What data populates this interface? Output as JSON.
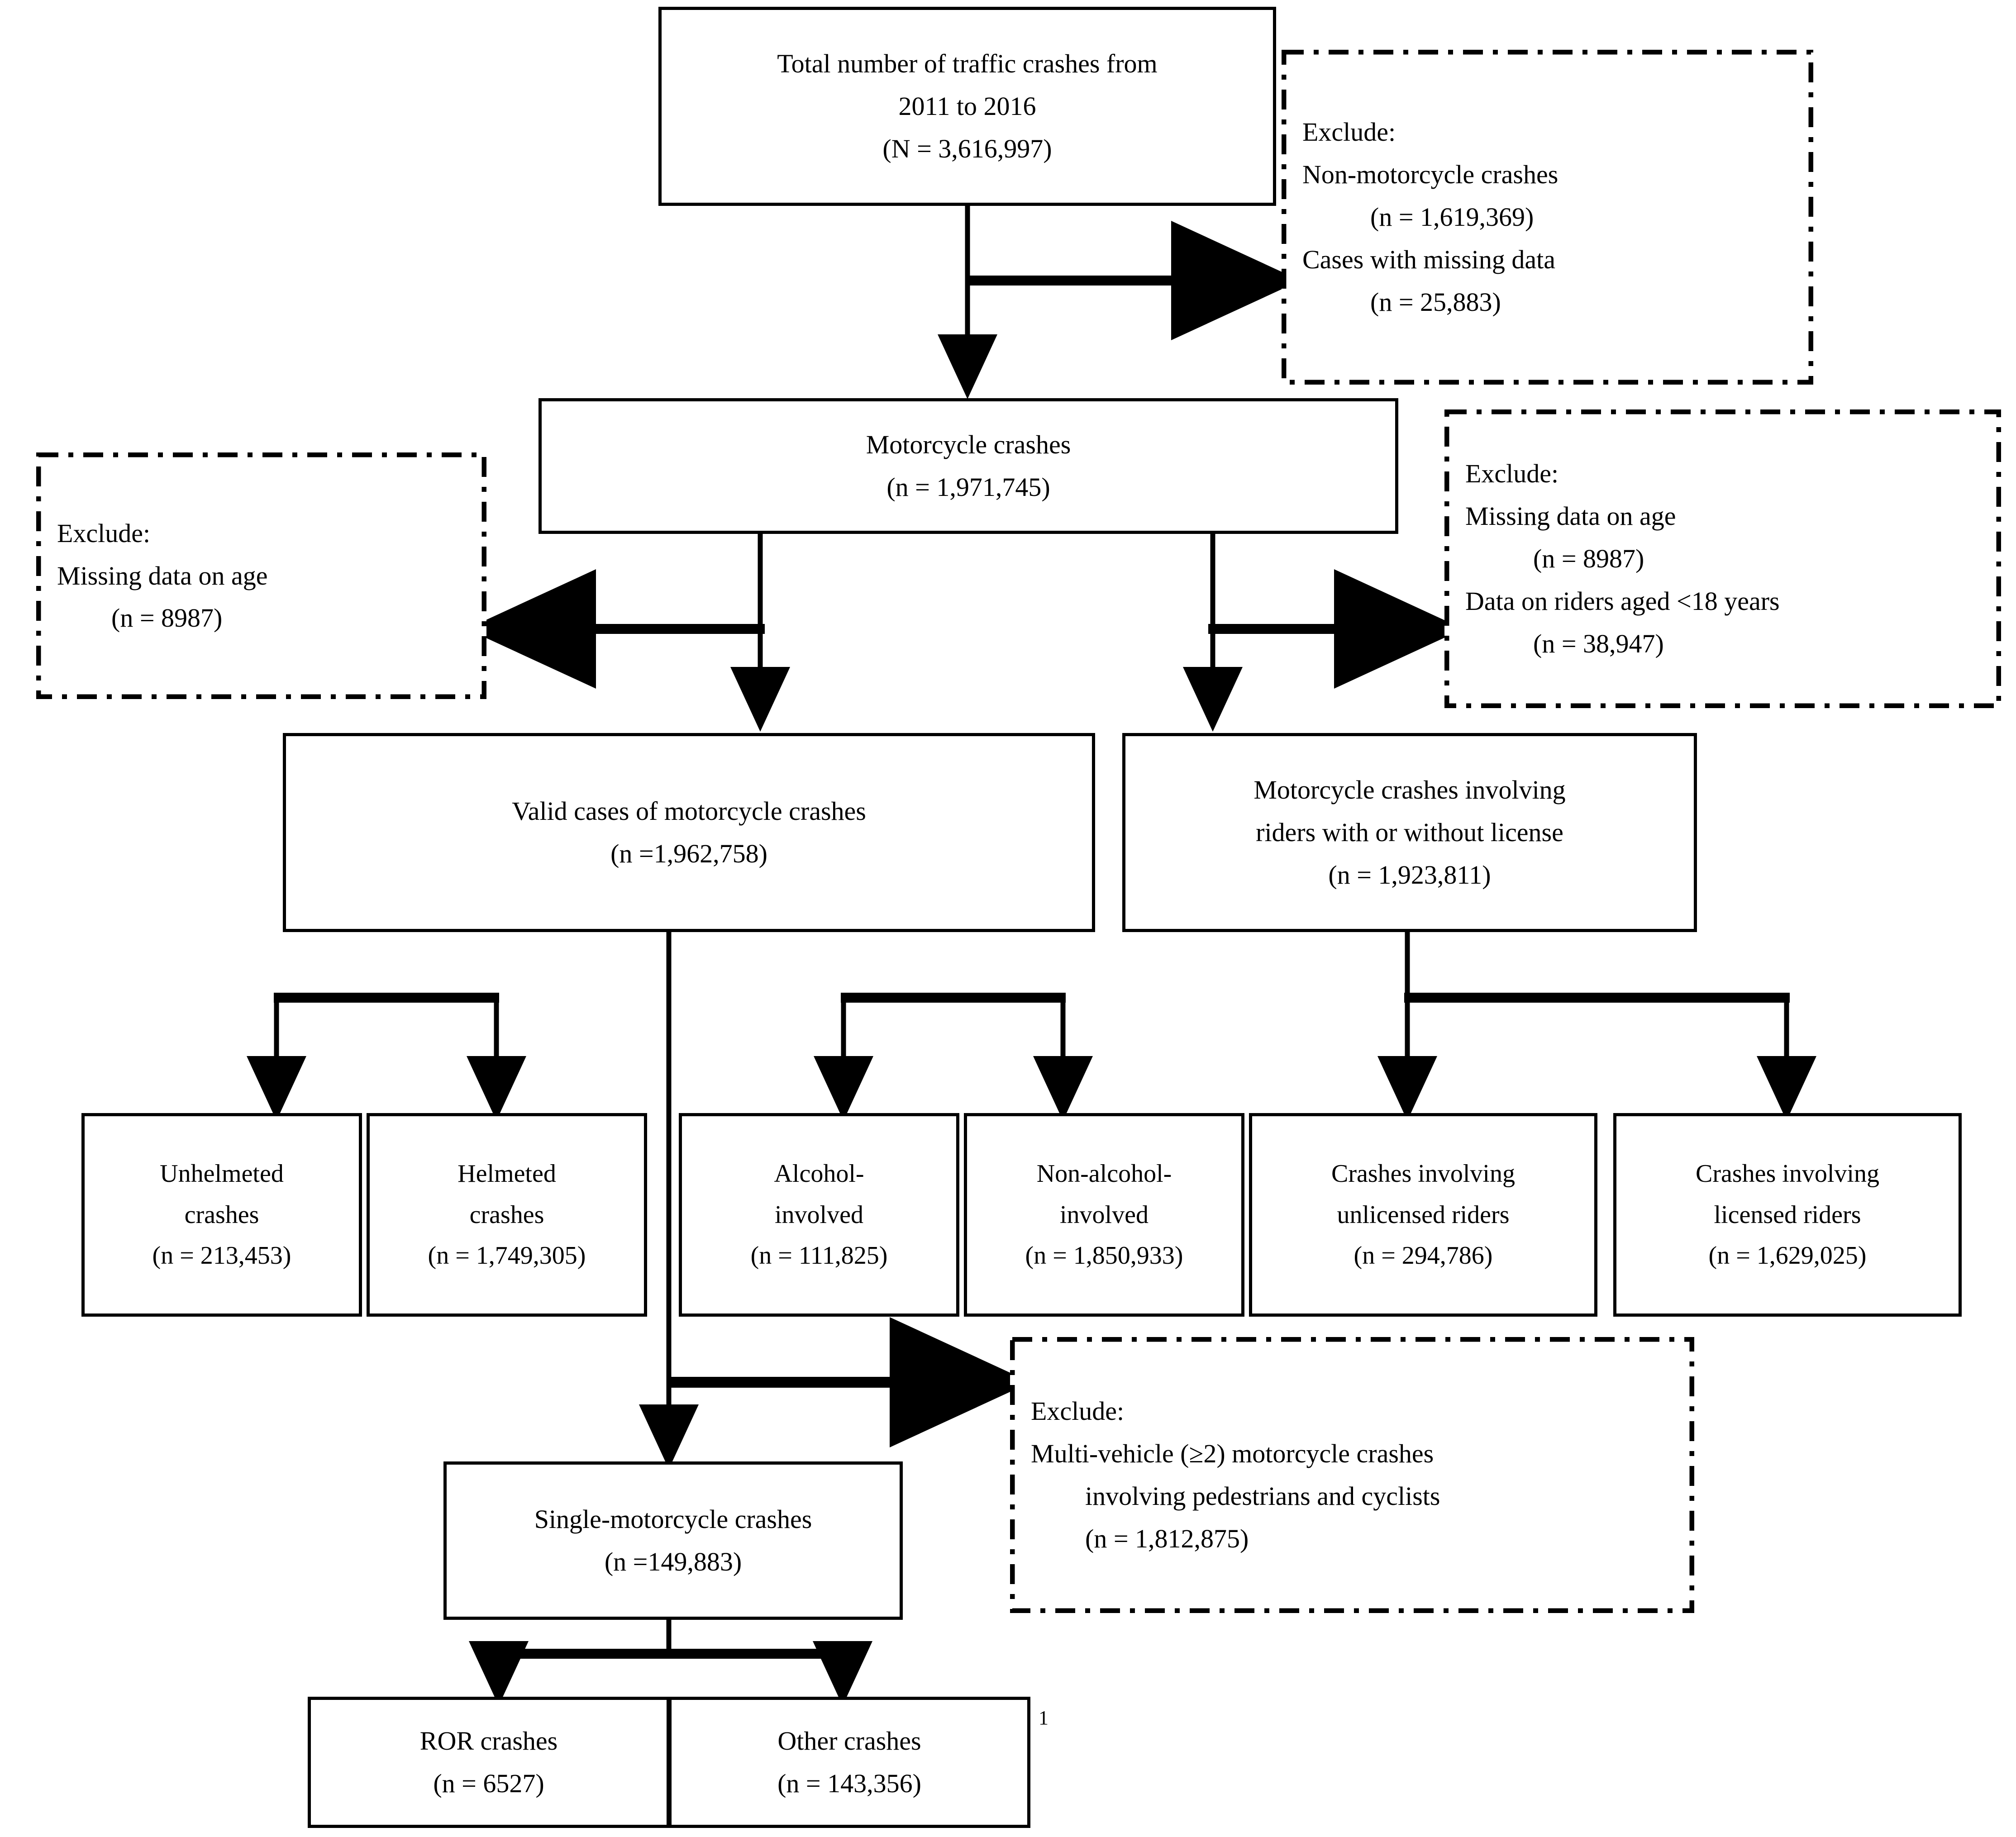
{
  "diagram": {
    "title": "Motorcycle crash data selection flowchart",
    "line_color": "#000000",
    "box_fill": "#ffffff",
    "footnote_marker": "1"
  },
  "nodes": {
    "total_crashes": {
      "line1": "Total number of traffic crashes from",
      "line2": "2011 to 2016",
      "line3": "(N = 3,616,997)"
    },
    "motorcycle_crashes": {
      "line1": "Motorcycle crashes",
      "line2": "(n = 1,971,745)"
    },
    "valid_cases": {
      "line1": "Valid cases of motorcycle crashes",
      "line2": "(n =1,962,758)"
    },
    "license_crashes": {
      "line1": "Motorcycle crashes involving",
      "line2": "riders with or without license",
      "line3": "(n = 1,923,811)"
    },
    "unhelmeted": {
      "line1": "Unhelmeted",
      "line2": "crashes",
      "line3": "(n = 213,453)"
    },
    "helmeted": {
      "line1": "Helmeted",
      "line2": "crashes",
      "line3": "(n = 1,749,305)"
    },
    "alcohol": {
      "line1": "Alcohol-",
      "line2": "involved",
      "line3": "(n = 111,825)"
    },
    "non_alcohol": {
      "line1": "Non-alcohol-",
      "line2": "involved",
      "line3": "(n = 1,850,933)"
    },
    "unlicensed": {
      "line1": "Crashes involving",
      "line2": "unlicensed riders",
      "line3": "(n = 294,786)"
    },
    "licensed": {
      "line1": "Crashes involving",
      "line2": "licensed riders",
      "line3": "(n = 1,629,025)"
    },
    "single_motorcycle": {
      "line1": "Single-motorcycle crashes",
      "line2": "(n =149,883)"
    },
    "ror": {
      "line1": "ROR crashes",
      "line2": "(n = 6527)"
    },
    "other": {
      "line1": "Other crashes",
      "line2": "(n = 143,356)"
    }
  },
  "exclusions": {
    "top_right": {
      "header": "Exclude:",
      "line1": "Non-motorcycle crashes",
      "line2": "(n = 1,619,369)",
      "line3": "Cases with missing data",
      "line4": "(n = 25,883)"
    },
    "mid_left": {
      "header": "Exclude:",
      "line1": "Missing data on age",
      "line2": "(n = 8987)"
    },
    "mid_right": {
      "header": "Exclude:",
      "line1": "Missing data on age",
      "line2": "(n = 8987)",
      "line3": "Data on riders aged <18 years",
      "line4": "(n = 38,947)"
    },
    "bottom": {
      "header": "Exclude:",
      "line1": "Multi-vehicle (≥2) motorcycle crashes",
      "line2": "involving pedestrians and cyclists",
      "line3": "(n = 1,812,875)"
    }
  }
}
